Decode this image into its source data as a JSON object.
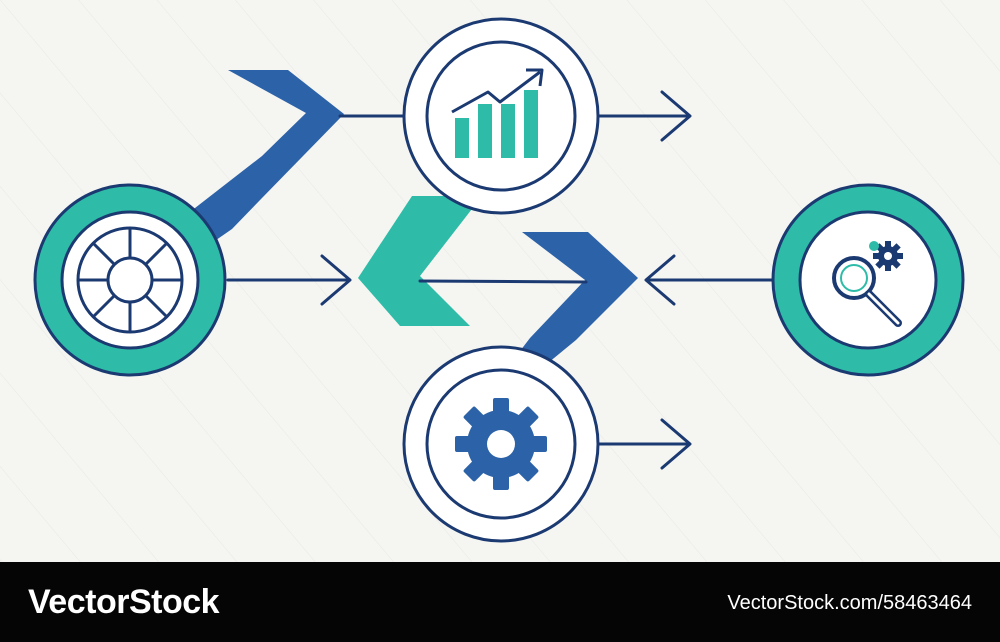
{
  "footer": {
    "brand": "VectorStock",
    "image_id": "VectorStock.com/58463464"
  },
  "colors": {
    "background": "#f5f5f2",
    "navy": "#1c3a72",
    "blue_arrow": "#2c62a8",
    "teal": "#2ebca8",
    "white": "#ffffff",
    "footer_bg": "#050505"
  },
  "diagram": {
    "nodes": [
      {
        "id": "lifebuoy",
        "icon": "lifebuoy-icon",
        "style": "teal-ring"
      },
      {
        "id": "growth-chart",
        "icon": "bar-chart-growth-icon",
        "style": "navy-outline"
      },
      {
        "id": "settings",
        "icon": "gear-icon",
        "style": "navy-outline"
      },
      {
        "id": "search-settings",
        "icon": "magnifier-gear-icon",
        "style": "teal-ring"
      }
    ],
    "arrows": [
      {
        "shape": "chevron-right",
        "color": "blue_arrow"
      },
      {
        "shape": "chevron-left",
        "color": "teal"
      },
      {
        "shape": "chevron-right",
        "color": "blue_arrow"
      }
    ]
  }
}
